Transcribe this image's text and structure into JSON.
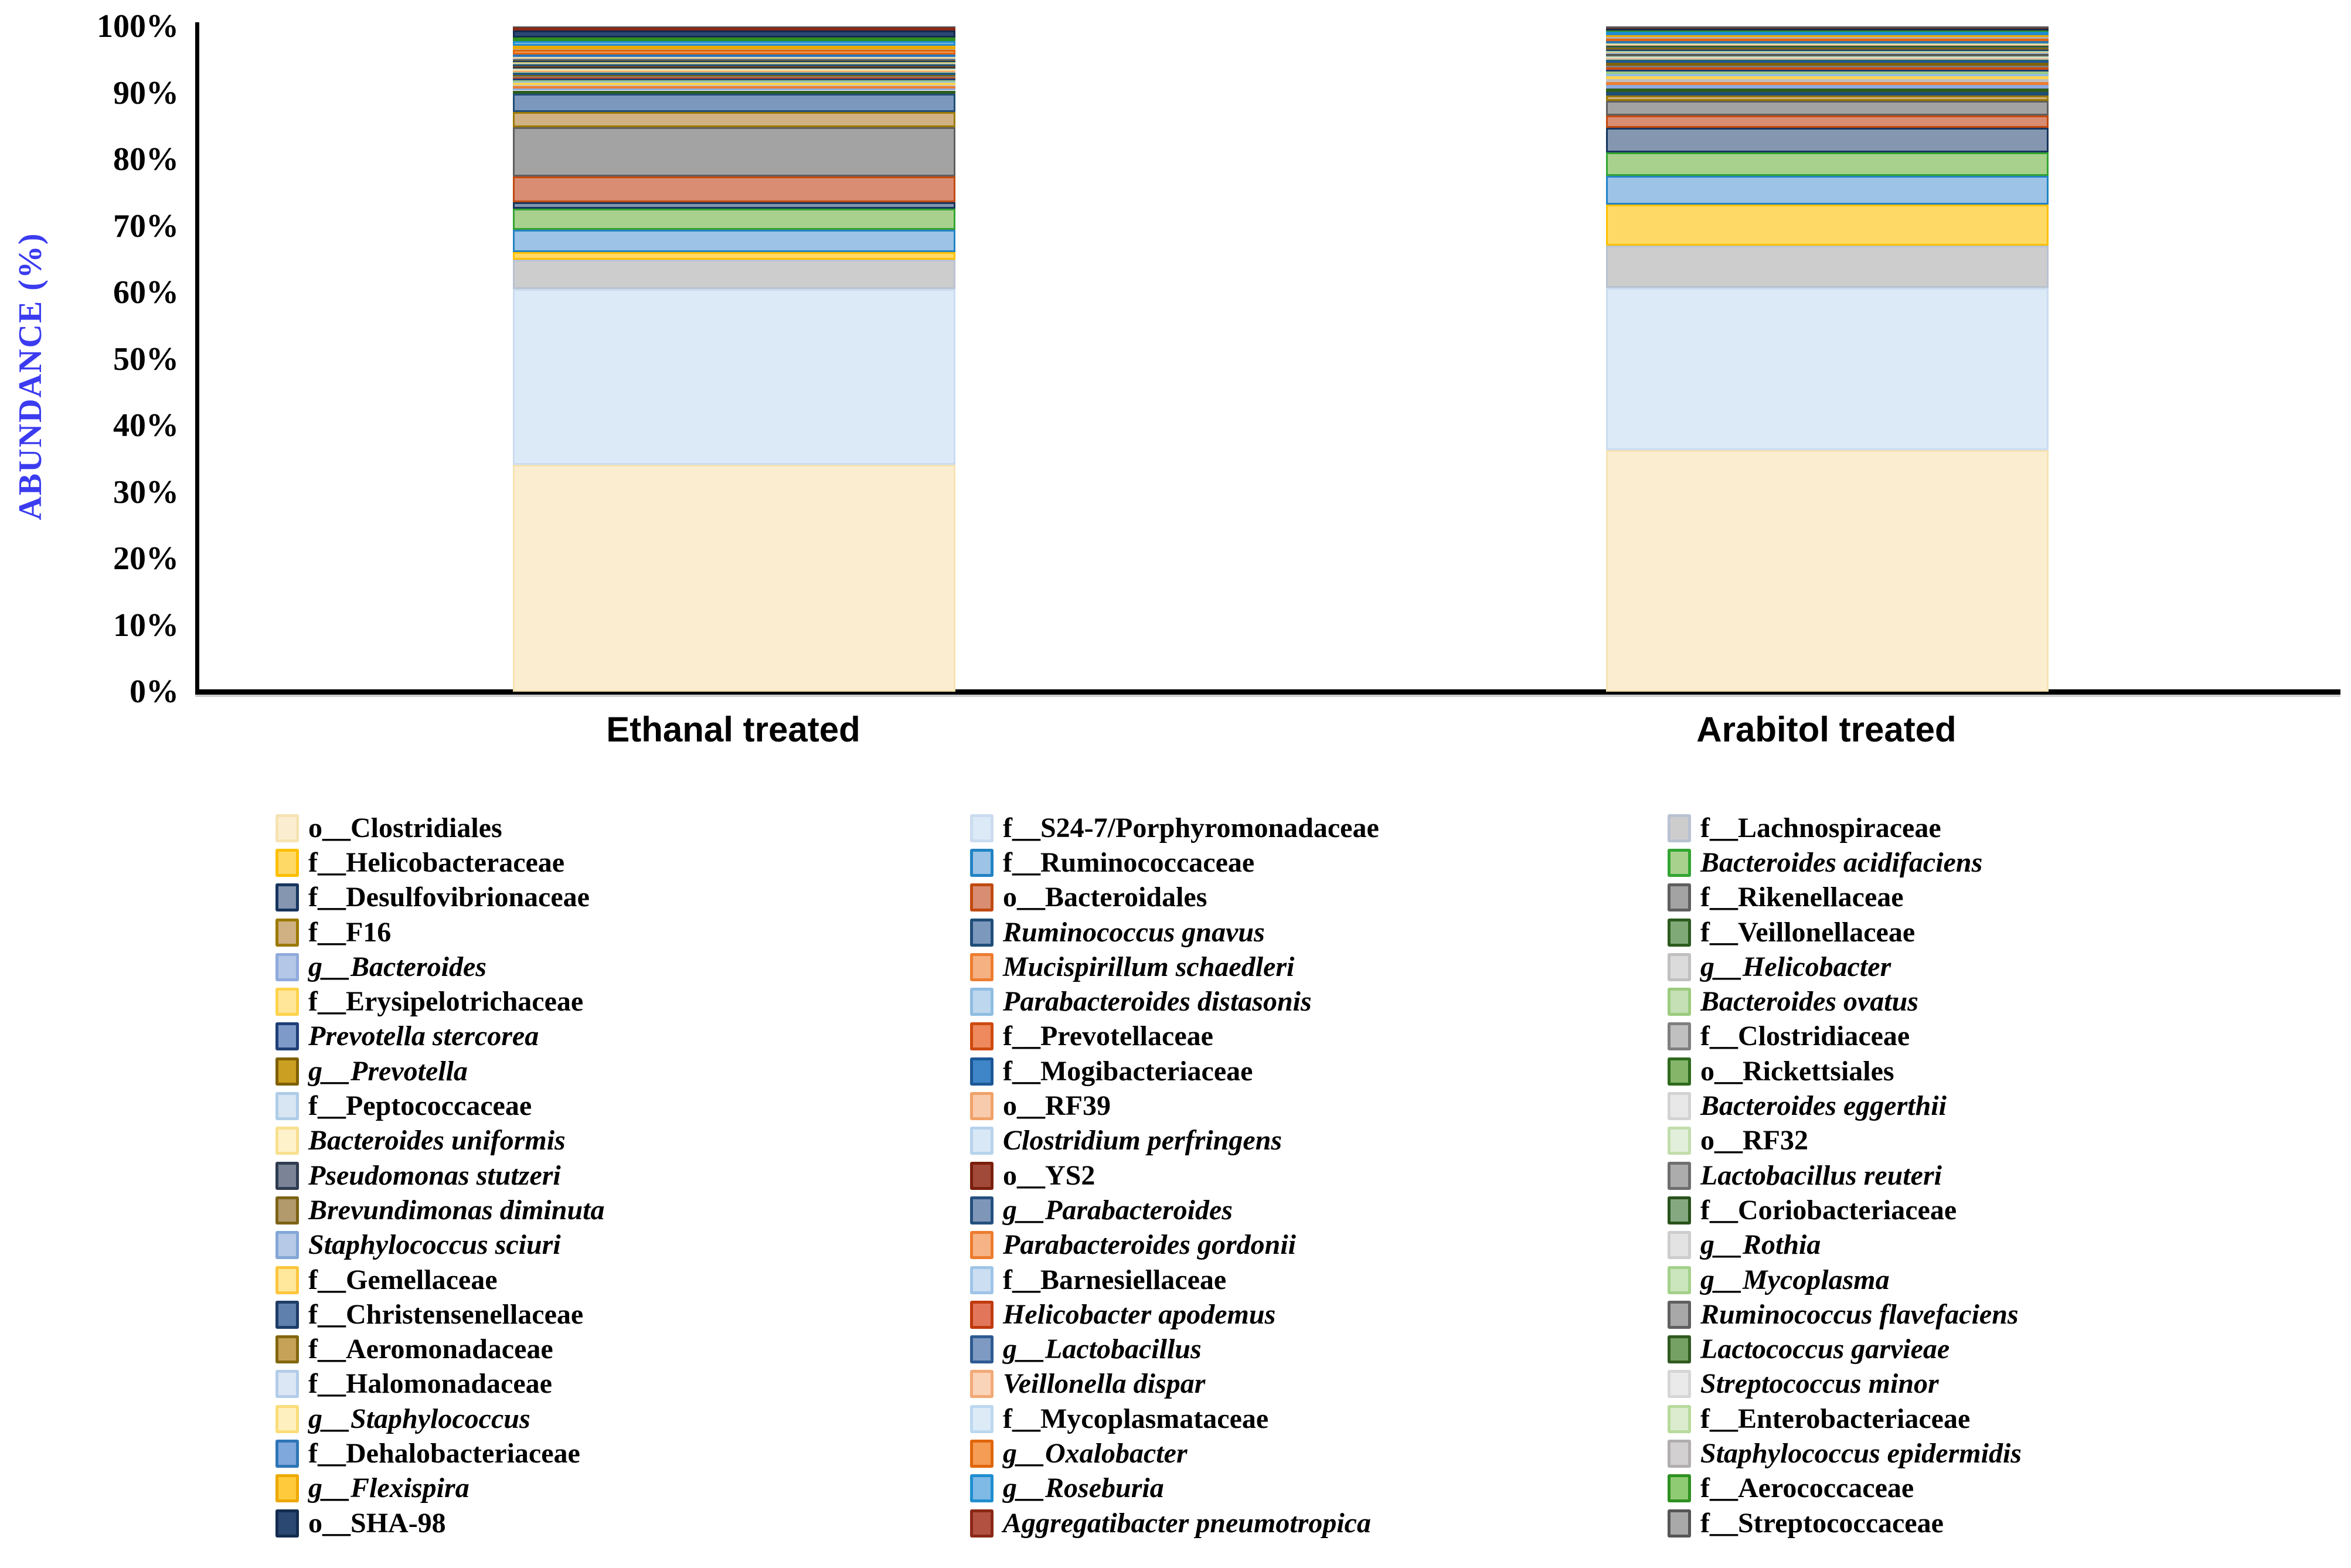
{
  "chart_data": {
    "type": "bar",
    "stacked": true,
    "stack_note": "100% stacked column; series stack bottom-to-top in legend reading order (row-major across 3 legend columns)",
    "title": "",
    "ylabel": "ABUNDANCE (%)",
    "ylabel_color": "#3b3bf0",
    "ylim": [
      0,
      100
    ],
    "ytick_labels": [
      "0%",
      "10%",
      "20%",
      "30%",
      "40%",
      "50%",
      "60%",
      "70%",
      "80%",
      "90%",
      "100%"
    ],
    "grid": false,
    "legend_position": "bottom",
    "legend_columns": 3,
    "categories": [
      "Ethanal treated",
      "Arabitol treated"
    ],
    "series": [
      {
        "name": "o__Clostridiales",
        "italic": false,
        "fill": "#FBEED0",
        "border": "#F5E3B3",
        "values": [
          35.2,
          38.0
        ]
      },
      {
        "name": "f__S24-7/Porphyromonadaceae",
        "italic": false,
        "fill": "#DCE9F7",
        "border": "#CBDCF0",
        "values": [
          27.2,
          25.6
        ]
      },
      {
        "name": "f__Lachnospiraceae",
        "italic": false,
        "fill": "#CDCDCD",
        "border": "#B9C2D1",
        "values": [
          4.6,
          6.6
        ]
      },
      {
        "name": "f__Helicobacteraceae",
        "italic": false,
        "fill": "#FFD966",
        "border": "#FFC000",
        "values": [
          1.2,
          6.5
        ]
      },
      {
        "name": "f__Ruminococcaceae",
        "italic": false,
        "fill": "#9DC3E6",
        "border": "#2383C4",
        "values": [
          3.4,
          4.5
        ]
      },
      {
        "name": "Bacteroides acidifaciens",
        "italic": true,
        "fill": "#A9D18E",
        "border": "#33A532",
        "values": [
          3.3,
          3.7
        ]
      },
      {
        "name": "f__Desulfovibrionaceae",
        "italic": false,
        "fill": "#8496B0",
        "border": "#17355E",
        "values": [
          1.0,
          3.9
        ]
      },
      {
        "name": "o__Bacteroidales",
        "italic": false,
        "fill": "#D98D73",
        "border": "#C14A10",
        "values": [
          4.0,
          1.9
        ]
      },
      {
        "name": "f__Rikenellaceae",
        "italic": false,
        "fill": "#A3A3A3",
        "border": "#5F5F5F",
        "values": [
          7.6,
          2.3
        ]
      },
      {
        "name": "f__F16",
        "italic": false,
        "fill": "#CFB184",
        "border": "#9C7A00",
        "values": [
          2.4,
          0.85
        ]
      },
      {
        "name": "Ruminococcus gnavus",
        "italic": true,
        "fill": "#7D98BD",
        "border": "#1F4E79",
        "values": [
          2.8,
          0.55
        ]
      },
      {
        "name": "f__Veillonellaceae",
        "italic": false,
        "fill": "#7FA977",
        "border": "#2C5C1F",
        "values": [
          0.5,
          0.6
        ]
      },
      {
        "name": "g__Bacteroides",
        "italic": true,
        "fill": "#B4C7E7",
        "border": "#8FAADC",
        "values": [
          0.35,
          0.5
        ]
      },
      {
        "name": "Mucispirillum schaedleri",
        "italic": true,
        "fill": "#F6B183",
        "border": "#ED7D31",
        "values": [
          0.3,
          0.5
        ]
      },
      {
        "name": "g__Helicobacter",
        "italic": true,
        "fill": "#DBDBDB",
        "border": "#C0C0C0",
        "values": [
          0.2,
          0.45
        ]
      },
      {
        "name": "f__Erysipelotrichaceae",
        "italic": false,
        "fill": "#FFE699",
        "border": "#FFD34D",
        "values": [
          0.4,
          0.45
        ]
      },
      {
        "name": "Parabacteroides distasonis",
        "italic": true,
        "fill": "#BDD7EE",
        "border": "#8FBDE2",
        "values": [
          0.2,
          0.35
        ]
      },
      {
        "name": "Bacteroides ovatus",
        "italic": true,
        "fill": "#C5E0B4",
        "border": "#9CCB7E",
        "values": [
          0.15,
          0.35
        ]
      },
      {
        "name": "Prevotella stercorea",
        "italic": true,
        "fill": "#7E9AC8",
        "border": "#1F3F77",
        "values": [
          0.25,
          0.35
        ]
      },
      {
        "name": "f__Prevotellaceae",
        "italic": false,
        "fill": "#EE8A5D",
        "border": "#CE4A10",
        "values": [
          0.2,
          0.3
        ]
      },
      {
        "name": "f__Clostridiaceae",
        "italic": false,
        "fill": "#C0C0C0",
        "border": "#7F7F7F",
        "values": [
          0.2,
          0.35
        ]
      },
      {
        "name": "g__Prevotella",
        "italic": true,
        "fill": "#CB9F21",
        "border": "#7F6000",
        "values": [
          0.2,
          0.45
        ]
      },
      {
        "name": "f__Mogibacteriaceae",
        "italic": false,
        "fill": "#3F86C9",
        "border": "#1C5796",
        "values": [
          0.25,
          0.3
        ]
      },
      {
        "name": "o__Rickettsiales",
        "italic": false,
        "fill": "#84B569",
        "border": "#2F6A1E",
        "values": [
          0.1,
          0.15
        ]
      },
      {
        "name": "f__Peptococcaceae",
        "italic": false,
        "fill": "#D8E6F3",
        "border": "#AFCDE8",
        "values": [
          0.1,
          0.1
        ]
      },
      {
        "name": "o__RF39",
        "italic": false,
        "fill": "#F8CBAD",
        "border": "#F0A268",
        "values": [
          0.1,
          0.1
        ]
      },
      {
        "name": "Bacteroides eggerthii",
        "italic": true,
        "fill": "#E9E8E8",
        "border": "#D4D2D2",
        "values": [
          0.05,
          0.08
        ]
      },
      {
        "name": "Bacteroides uniformis",
        "italic": true,
        "fill": "#FEF2CB",
        "border": "#F8E08E",
        "values": [
          0.2,
          0.1
        ]
      },
      {
        "name": "Clostridium perfringens",
        "italic": true,
        "fill": "#D9E8F6",
        "border": "#B7D3EC",
        "values": [
          0.1,
          0.08
        ]
      },
      {
        "name": "o__RF32",
        "italic": false,
        "fill": "#E2EFDA",
        "border": "#C2DDAC",
        "values": [
          0.05,
          0.08
        ]
      },
      {
        "name": "Pseudomonas stutzeri",
        "italic": true,
        "fill": "#7A8496",
        "border": "#2F3C50",
        "values": [
          0.15,
          0.08
        ]
      },
      {
        "name": "o__YS2",
        "italic": false,
        "fill": "#A14A39",
        "border": "#7A1F0C",
        "values": [
          0.1,
          0.05
        ]
      },
      {
        "name": "Lactobacillus reuteri",
        "italic": true,
        "fill": "#ACACAC",
        "border": "#6E6E6E",
        "values": [
          0.05,
          0.05
        ]
      },
      {
        "name": "Brevundimonas diminuta",
        "italic": true,
        "fill": "#B29A6D",
        "border": "#7C6316",
        "values": [
          0.1,
          0.05
        ]
      },
      {
        "name": "g__Parabacteroides",
        "italic": true,
        "fill": "#7E96B8",
        "border": "#24507E",
        "values": [
          0.15,
          0.1
        ]
      },
      {
        "name": "f__Coriobacteriaceae",
        "italic": false,
        "fill": "#86A881",
        "border": "#29531B",
        "values": [
          0.05,
          0.05
        ]
      },
      {
        "name": "Staphylococcus sciuri",
        "italic": true,
        "fill": "#B6C9E7",
        "border": "#84A7D6",
        "values": [
          0.1,
          0.05
        ]
      },
      {
        "name": "Parabacteroides gordonii",
        "italic": true,
        "fill": "#F6B486",
        "border": "#EC7C2F",
        "values": [
          0.05,
          0.05
        ]
      },
      {
        "name": "g__Rothia",
        "italic": true,
        "fill": "#E3E3E3",
        "border": "#CDCDCD",
        "values": [
          0.05,
          0.05
        ]
      },
      {
        "name": "f__Gemellaceae",
        "italic": false,
        "fill": "#FFE89C",
        "border": "#FDC63F",
        "values": [
          0.1,
          0.15
        ]
      },
      {
        "name": "f__Barnesiellaceae",
        "italic": false,
        "fill": "#CBDEF2",
        "border": "#9FC4E8",
        "values": [
          0.05,
          0.05
        ]
      },
      {
        "name": "g__Mycoplasma",
        "italic": true,
        "fill": "#CBE5BD",
        "border": "#A4D18B",
        "values": [
          0.05,
          0.05
        ]
      },
      {
        "name": "f__Christensenellaceae",
        "italic": false,
        "fill": "#5F7FAC",
        "border": "#1E3C66",
        "values": [
          0.15,
          0.2
        ]
      },
      {
        "name": "Helicobacter apodemus",
        "italic": true,
        "fill": "#E1765B",
        "border": "#BF3A0C",
        "values": [
          0.05,
          0.05
        ]
      },
      {
        "name": "Ruminococcus flavefaciens",
        "italic": true,
        "fill": "#A8A8A8",
        "border": "#606060",
        "values": [
          0.05,
          0.1
        ]
      },
      {
        "name": "f__Aeromonadaceae",
        "italic": false,
        "fill": "#C6A259",
        "border": "#82670E",
        "values": [
          0.1,
          0.25
        ]
      },
      {
        "name": "g__Lactobacillus",
        "italic": true,
        "fill": "#7E9AC2",
        "border": "#2D5A92",
        "values": [
          0.1,
          0.1
        ]
      },
      {
        "name": "Lactococcus garvieae",
        "italic": true,
        "fill": "#76A164",
        "border": "#305A20",
        "values": [
          0.05,
          0.15
        ]
      },
      {
        "name": "f__Halomonadaceae",
        "italic": false,
        "fill": "#DBE7F4",
        "border": "#B3CDE9",
        "values": [
          0.05,
          0.05
        ]
      },
      {
        "name": "Veillonella dispar",
        "italic": true,
        "fill": "#FAD4B8",
        "border": "#F2A977",
        "values": [
          0.05,
          0.08
        ]
      },
      {
        "name": "Streptococcus minor",
        "italic": true,
        "fill": "#EAEAEA",
        "border": "#D6D6D6",
        "values": [
          0.05,
          0.08
        ]
      },
      {
        "name": "g__Staphylococcus",
        "italic": true,
        "fill": "#FEF0BF",
        "border": "#FBDD7A",
        "values": [
          0.1,
          0.08
        ]
      },
      {
        "name": "f__Mycoplasmataceae",
        "italic": false,
        "fill": "#DDEBF7",
        "border": "#BCD8EF",
        "values": [
          0.05,
          0.05
        ]
      },
      {
        "name": "f__Enterobacteriaceae",
        "italic": false,
        "fill": "#DCECCE",
        "border": "#B8DA9B",
        "values": [
          0.05,
          0.08
        ]
      },
      {
        "name": "f__Dehalobacteriaceae",
        "italic": false,
        "fill": "#7FA8DC",
        "border": "#2E75B6",
        "values": [
          0.35,
          0.3
        ]
      },
      {
        "name": "g__Oxalobacter",
        "italic": true,
        "fill": "#F59C55",
        "border": "#E0660B",
        "values": [
          0.7,
          0.4
        ]
      },
      {
        "name": "Staphylococcus epidermidis",
        "italic": true,
        "fill": "#D2D0D0",
        "border": "#B2AEAE",
        "values": [
          0.15,
          0.3
        ]
      },
      {
        "name": "g__Flexispira",
        "italic": true,
        "fill": "#FFCB3D",
        "border": "#EDA900",
        "values": [
          0.5,
          0.3
        ]
      },
      {
        "name": "g__Roseburia",
        "italic": true,
        "fill": "#7FB9E6",
        "border": "#1F8ECF",
        "values": [
          0.7,
          0.5
        ]
      },
      {
        "name": "f__Aerococcaceae",
        "italic": false,
        "fill": "#8FCB72",
        "border": "#2E9020",
        "values": [
          0.55,
          0.2
        ]
      },
      {
        "name": "o__SHA-98",
        "italic": false,
        "fill": "#2A4872",
        "border": "#132C4F",
        "values": [
          1.1,
          0.3
        ]
      },
      {
        "name": "Aggregatibacter pneumotropica",
        "italic": true,
        "fill": "#B25141",
        "border": "#8B2716",
        "values": [
          0.45,
          0.1
        ]
      },
      {
        "name": "f__Streptococcaceae",
        "italic": false,
        "fill": "#A9A9A9",
        "border": "#565656",
        "values": [
          0.2,
          0.25
        ]
      }
    ]
  }
}
